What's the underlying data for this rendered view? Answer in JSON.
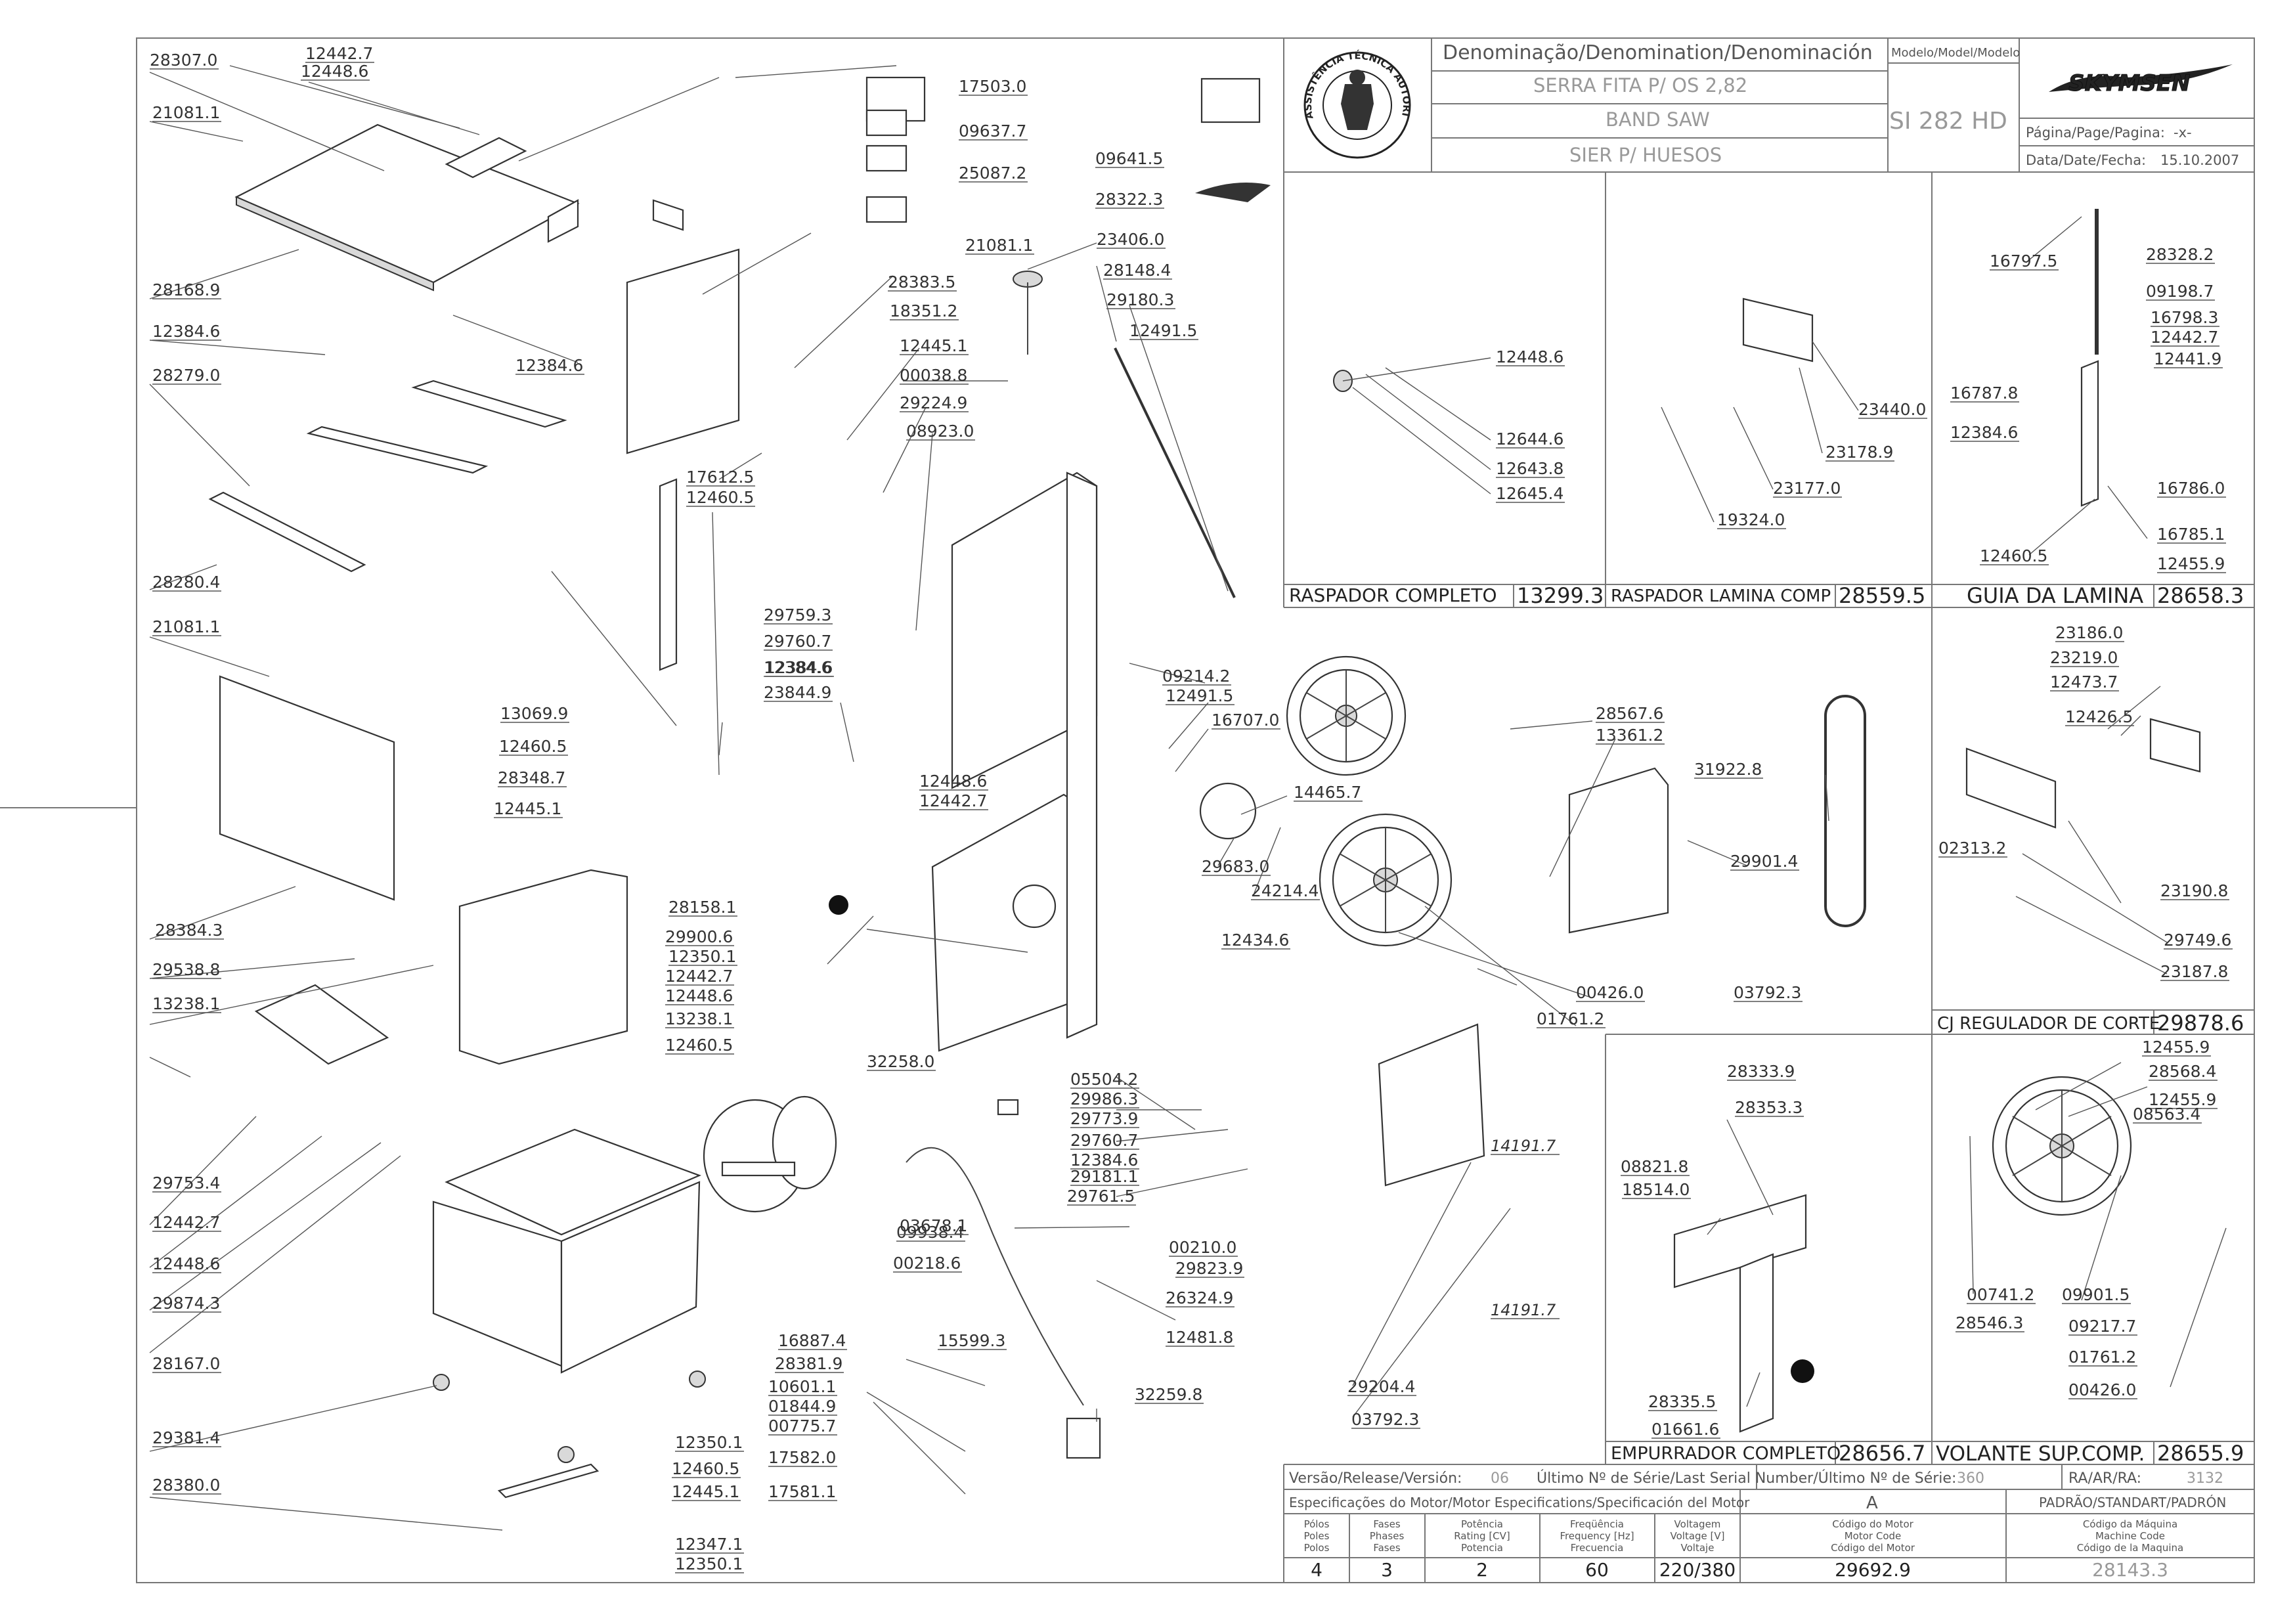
{
  "title_block": {
    "denomination_header": "Denominação/Denomination/Denominación",
    "name_pt": "SERRA FITA P/ OS 2,82",
    "name_en": "BAND SAW",
    "name_es": "SIER P/ HUESOS",
    "model_header": "Modelo/Model/Modelo",
    "model": "SI 282 HD",
    "brand": "SKYMSEN",
    "page_label": "Página/Page/Pagina:",
    "page_value": "-x-",
    "date_label": "Data/Date/Fecha:",
    "date_value": "15.10.2007",
    "seal_text": "ASSISTÊNCIA TÉCNICA AUTORIZADA"
  },
  "main_labels": [
    "28307.0",
    "12442.7",
    "12448.6",
    "21081.1",
    "28168.9",
    "12384.6",
    "28279.0",
    "28280.4",
    "12384.6",
    "21081.1",
    "28384.3",
    "12460.5",
    "12445.1",
    "13069.9",
    "28348.7",
    "17612.5",
    "12460.5",
    "12384.6",
    "17503.0",
    "09637.7",
    "25087.2",
    "09641.5",
    "28322.3",
    "21081.1",
    "28383.5",
    "18351.2",
    "23406.0",
    "28148.4",
    "29180.3",
    "12491.5",
    "12445.1",
    "00038.8",
    "29224.9",
    "08923.0",
    "29759.3",
    "29760.7",
    "12384.6",
    "23844.9",
    "09214.2",
    "12491.5",
    "16707.0",
    "14465.7",
    "28567.6",
    "13361.2",
    "29683.0",
    "24214.4",
    "12448.6",
    "12442.7",
    "28158.1",
    "29900.6",
    "12350.1",
    "12442.7",
    "12448.6",
    "13238.1",
    "12460.5",
    "29538.8",
    "13238.1",
    "29753.4",
    "12442.7",
    "12448.6",
    "29874.3",
    "28167.0",
    "29381.4",
    "28380.0",
    "12350.1",
    "12460.5",
    "12445.1",
    "12347.1",
    "12350.1",
    "32258.0",
    "05504.2",
    "29986.3",
    "29773.9",
    "29760.7",
    "12384.6",
    "29181.1",
    "29761.5",
    "09938.4",
    "03678.1",
    "00218.6",
    "00210.0",
    "29823.9",
    "26324.9",
    "12481.8",
    "16887.4",
    "15599.3",
    "28381.9",
    "10601.1",
    "01844.9",
    "00775.7",
    "17582.0",
    "17581.1",
    "32259.8",
    "12434.6",
    "29901.4",
    "00426.0",
    "01761.2",
    "03792.3",
    "31922.8",
    "29204.4",
    "03792.3",
    "14191.7",
    "14191.7"
  ],
  "sections": {
    "raspador": {
      "title": "RASPADOR COMPLETO",
      "code": "13299.3",
      "labels": [
        "12448.6",
        "12644.6",
        "12643.8",
        "12645.4"
      ]
    },
    "raspador_lamina": {
      "title": "RASPADOR LAMINA COMP",
      "code": "28559.5",
      "labels": [
        "23440.0",
        "23178.9",
        "23177.0",
        "19324.0"
      ]
    },
    "guia_lamina": {
      "title": "GUIA DA LAMINA",
      "code": "28658.3",
      "labels": [
        "16797.5",
        "28328.2",
        "09198.7",
        "16798.3",
        "12442.7",
        "12441.9",
        "16787.8",
        "12384.6",
        "16786.0",
        "16785.1",
        "12460.5",
        "12455.9"
      ]
    },
    "regulador": {
      "title": "CJ REGULADOR DE CORTE",
      "code": "29878.6",
      "labels": [
        "23186.0",
        "23219.0",
        "12473.7",
        "12426.5",
        "02313.2",
        "23190.8",
        "29749.6",
        "23187.8"
      ]
    },
    "empurrador": {
      "title": "EMPURRADOR COMPLETO",
      "code": "28656.7",
      "labels": [
        "28333.9",
        "28353.3",
        "08821.8",
        "18514.0",
        "28335.5",
        "01661.6"
      ]
    },
    "volante": {
      "title": "VOLANTE SUP.COMP.",
      "code": "28655.9",
      "labels": [
        "12455.9",
        "28568.4",
        "12455.9",
        "08563.4",
        "00741.2",
        "28546.3",
        "09901.5",
        "09217.7",
        "01761.2",
        "00426.0"
      ]
    }
  },
  "release_row": {
    "release_label": "Versão/Release/Versión:",
    "release_value": "06",
    "serial_label": "Último Nº de Série/Last Serial Number/Último Nº de Série:",
    "serial_value": "360",
    "ra_label": "RA/AR/RA:",
    "ra_value": "3132"
  },
  "motor_spec": {
    "header": "Especificações do Motor/Motor Especifications/Specificación del Motor",
    "variant": "A",
    "standard": "PADRÃO/STANDART/PADRÓN",
    "columns": [
      {
        "l1": "Pólos",
        "l2": "Poles",
        "l3": "Polos",
        "value": "4"
      },
      {
        "l1": "Fases",
        "l2": "Phases",
        "l3": "Fases",
        "value": "3"
      },
      {
        "l1": "Potência",
        "l2": "Rating [CV]",
        "l3": "Potencia",
        "value": "2"
      },
      {
        "l1": "Freqüência",
        "l2": "Frequency [Hz]",
        "l3": "Frecuencia",
        "value": "60"
      },
      {
        "l1": "Voltagem",
        "l2": "Voltage [V]",
        "l3": "Voltaje",
        "value": "220/380"
      },
      {
        "l1": "Código do Motor",
        "l2": "Motor Code",
        "l3": "Código del Motor",
        "value": "29692.9"
      },
      {
        "l1": "Código da Máquina",
        "l2": "Machine Code",
        "l3": "Código de la Maquina",
        "value": "28143.3"
      }
    ]
  }
}
